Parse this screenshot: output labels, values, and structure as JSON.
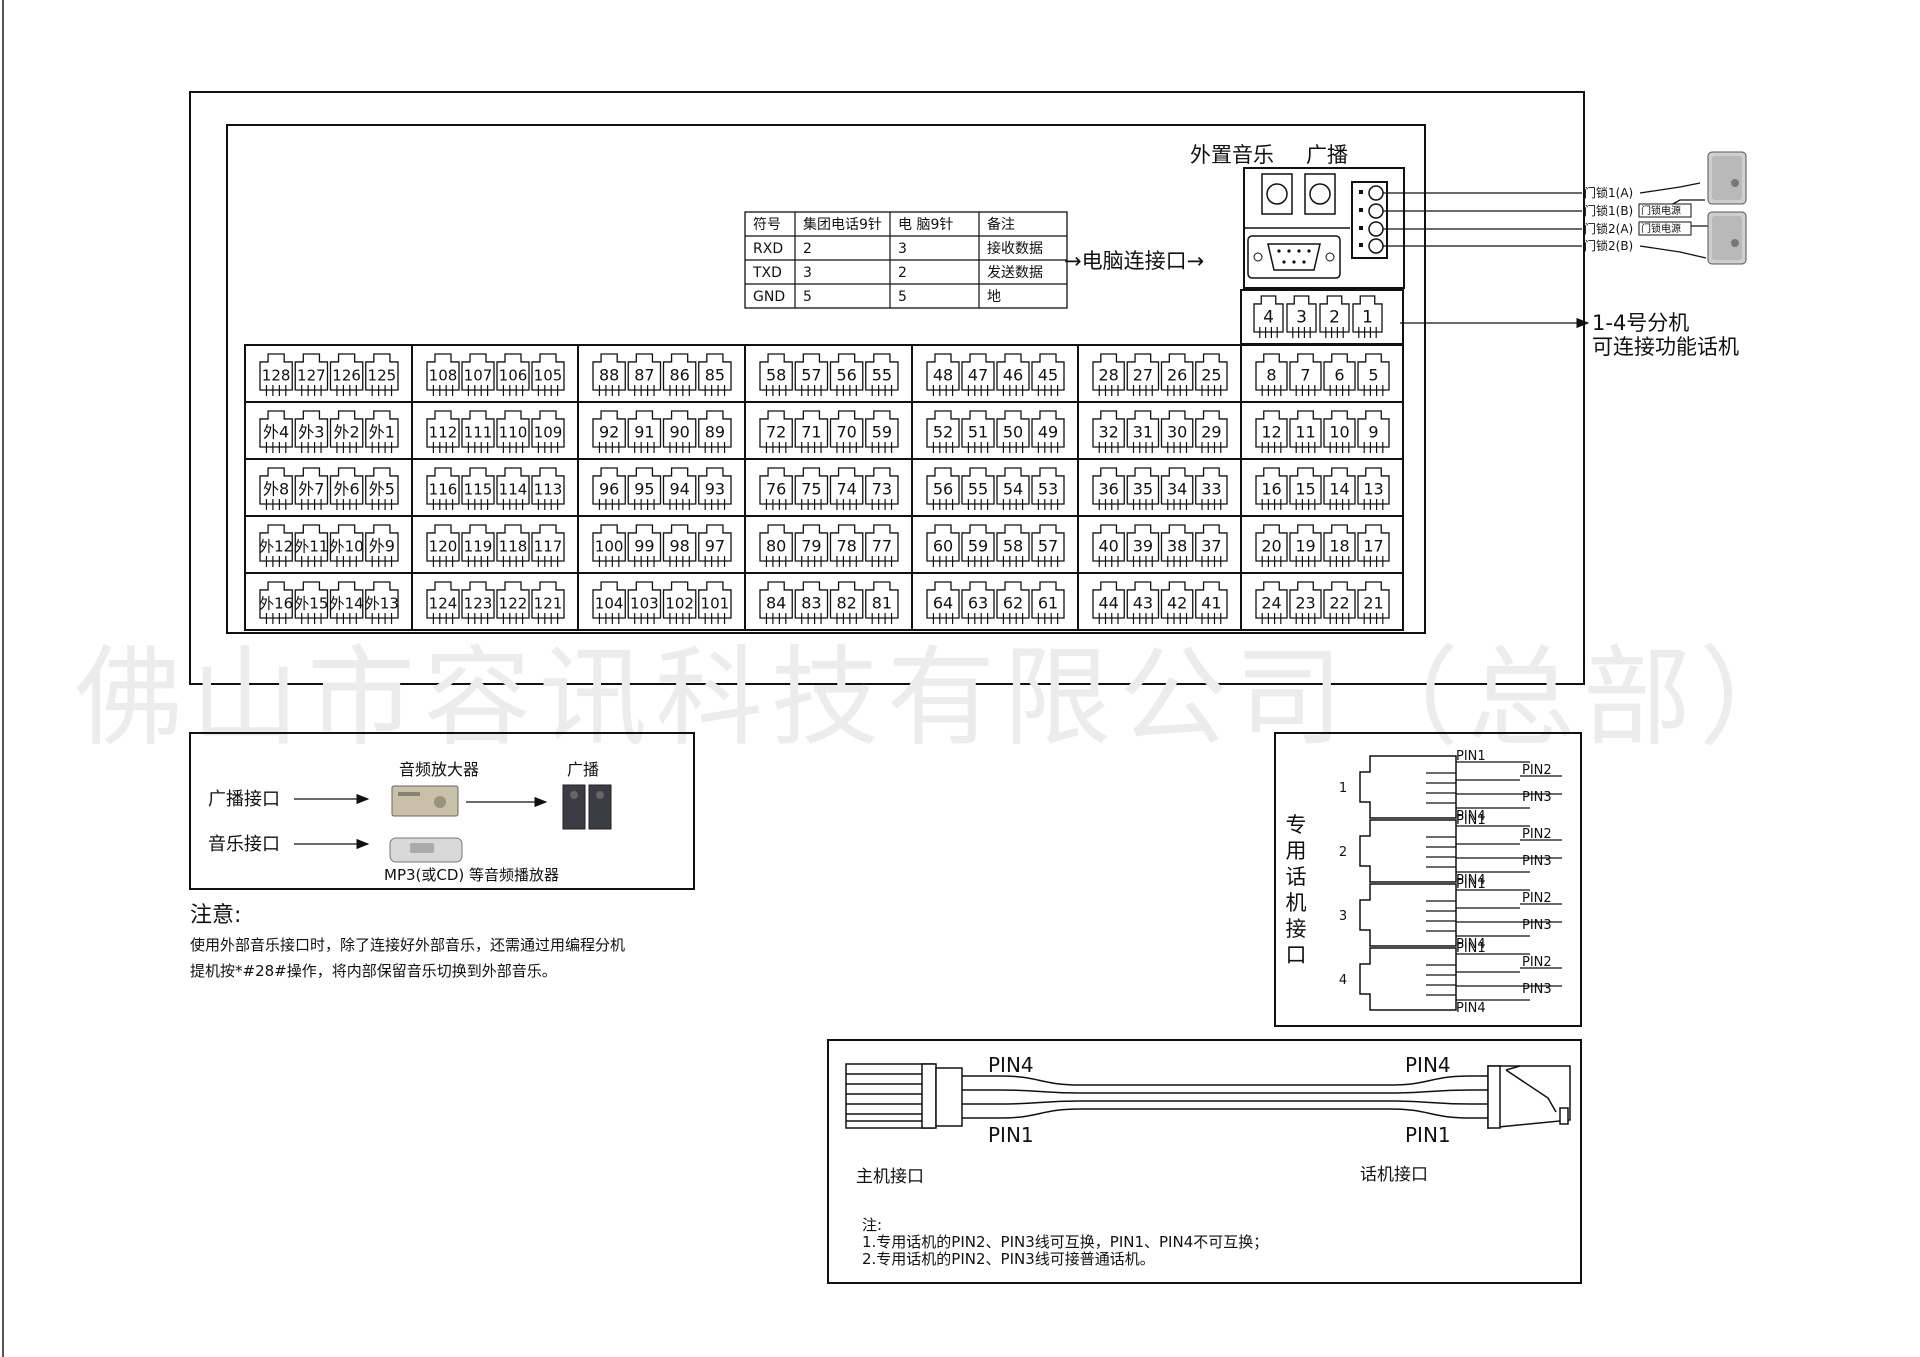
{
  "watermark": "佛山市容讯科技有限公司（总部）",
  "top_labels": {
    "ext_music": "外置音乐",
    "broadcast": "广播"
  },
  "serial_table": {
    "headers": [
      "符号",
      "集团电话9针",
      "电 脑9针",
      "备注"
    ],
    "rows": [
      [
        "RXD",
        "2",
        "3",
        "接收数据"
      ],
      [
        "TXD",
        "3",
        "2",
        "发送数据"
      ],
      [
        "GND",
        "5",
        "5",
        "地"
      ]
    ]
  },
  "pc_interface_label": "→电脑连接口→",
  "door_locks": [
    "门锁1(A)",
    "门锁1(B)",
    "门锁2(A)",
    "门锁2(B)"
  ],
  "door_power": [
    "门锁电源",
    "门锁电源"
  ],
  "ext_1_4": [
    "4",
    "3",
    "2",
    "1"
  ],
  "ext_1_4_note": {
    "line1": "1-4号分机",
    "line2": "可连接功能话机"
  },
  "port_grid": [
    [
      [
        "128",
        "127",
        "126",
        "125"
      ],
      [
        "108",
        "107",
        "106",
        "105"
      ],
      [
        "88",
        "87",
        "86",
        "85"
      ],
      [
        "58",
        "57",
        "56",
        "55"
      ],
      [
        "48",
        "47",
        "46",
        "45"
      ],
      [
        "28",
        "27",
        "26",
        "25"
      ],
      [
        "8",
        "7",
        "6",
        "5"
      ]
    ],
    [
      [
        "外4",
        "外3",
        "外2",
        "外1"
      ],
      [
        "112",
        "111",
        "110",
        "109"
      ],
      [
        "92",
        "91",
        "90",
        "89"
      ],
      [
        "72",
        "71",
        "70",
        "59"
      ],
      [
        "52",
        "51",
        "50",
        "49"
      ],
      [
        "32",
        "31",
        "30",
        "29"
      ],
      [
        "12",
        "11",
        "10",
        "9"
      ]
    ],
    [
      [
        "外8",
        "外7",
        "外6",
        "外5"
      ],
      [
        "116",
        "115",
        "114",
        "113"
      ],
      [
        "96",
        "95",
        "94",
        "93"
      ],
      [
        "76",
        "75",
        "74",
        "73"
      ],
      [
        "56",
        "55",
        "54",
        "53"
      ],
      [
        "36",
        "35",
        "34",
        "33"
      ],
      [
        "16",
        "15",
        "14",
        "13"
      ]
    ],
    [
      [
        "外12",
        "外11",
        "外10",
        "外9"
      ],
      [
        "120",
        "119",
        "118",
        "117"
      ],
      [
        "100",
        "99",
        "98",
        "97"
      ],
      [
        "80",
        "79",
        "78",
        "77"
      ],
      [
        "60",
        "59",
        "58",
        "57"
      ],
      [
        "40",
        "39",
        "38",
        "37"
      ],
      [
        "20",
        "19",
        "18",
        "17"
      ]
    ],
    [
      [
        "外16",
        "外15",
        "外14",
        "外13"
      ],
      [
        "124",
        "123",
        "122",
        "121"
      ],
      [
        "104",
        "103",
        "102",
        "101"
      ],
      [
        "84",
        "83",
        "82",
        "81"
      ],
      [
        "64",
        "63",
        "62",
        "61"
      ],
      [
        "44",
        "43",
        "42",
        "41"
      ],
      [
        "24",
        "23",
        "22",
        "21"
      ]
    ]
  ],
  "audio_box": {
    "broadcast_port": "广播接口",
    "music_port": "音乐接口",
    "amplifier": "音频放大器",
    "broadcast": "广播",
    "player": "MP3(或CD)  等音频播放器"
  },
  "note": {
    "title": "注意:",
    "line1": "使用外部音乐接口时，除了连接好外部音乐，还需通过用编程分机",
    "line2": "提机按*#28#操作，将内部保留音乐切换到外部音乐。"
  },
  "special_phone": {
    "title": [
      "专",
      "用",
      "话",
      "机",
      "接",
      "口"
    ],
    "ports": [
      "1",
      "2",
      "3",
      "4"
    ],
    "pins": [
      "PIN1",
      "PIN2",
      "PIN3",
      "PIN4"
    ]
  },
  "cable": {
    "pin4_left": "PIN4",
    "pin1_left": "PIN1",
    "pin4_right": "PIN4",
    "pin1_right": "PIN1",
    "host_port": "主机接口",
    "phone_port": "话机接口",
    "note_title": "注:",
    "note1": "1.专用话机的PIN2、PIN3线可互换，PIN1、PIN4不可互换；",
    "note2": "2.专用话机的PIN2、PIN3线可接普通话机。"
  }
}
